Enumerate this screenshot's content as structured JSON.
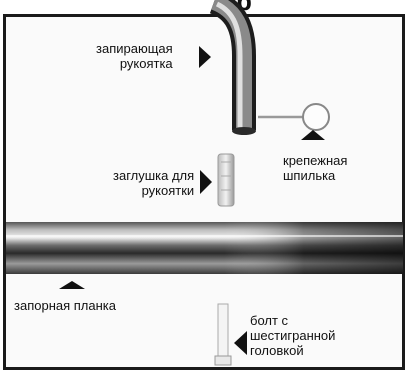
{
  "labels": {
    "handle": [
      "запирающая",
      "рукоятка"
    ],
    "handle_plug": [
      "заглушка для",
      "рукоятки"
    ],
    "pin": [
      "крепежная",
      "шпилька"
    ],
    "bar": "запорная планка",
    "bolt": [
      "болт с",
      "шестигранной",
      "головкой"
    ]
  },
  "top_fragment": "р",
  "colors": {
    "frame": "#1a1a1a",
    "metal_dark": "#3a3a3a",
    "metal_light": "#d8d8d8"
  }
}
